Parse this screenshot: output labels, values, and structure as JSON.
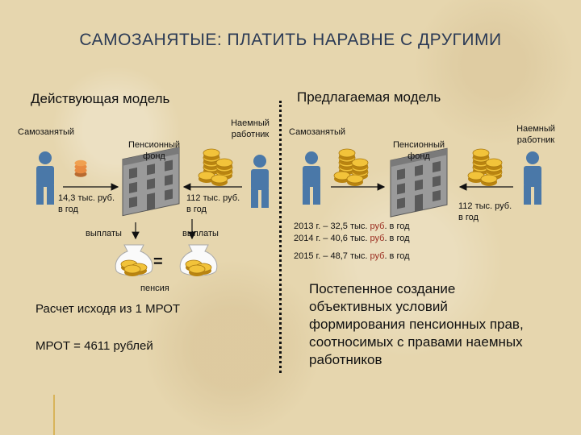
{
  "title": "САМОЗАНЯТЫЕ: ПЛАТИТЬ НАРАВНЕ С ДРУГИМИ",
  "left": {
    "heading": "Действующая модель",
    "self_employed": "Самозанятый",
    "pension_fund": [
      "Пенсионный",
      "фонд"
    ],
    "employee": [
      "Наемный",
      "работник"
    ],
    "self_payment": [
      "14,3 тыс. руб.",
      "в год"
    ],
    "employee_payment": [
      "112 тыс. руб.",
      "в год"
    ],
    "payout_left": "выплаты",
    "payout_right": "выплаты",
    "equals": "=",
    "pension": "пенсия",
    "calc_basis": "Расчет исходя из 1 МРОТ",
    "mrot": "МРОТ = 4611 рублей"
  },
  "right": {
    "heading": "Предлагаемая модель",
    "self_employed": "Самозанятый",
    "pension_fund": [
      "Пенсионный",
      "фонд"
    ],
    "employee": [
      "Наемный",
      "работник"
    ],
    "employee_payment": [
      "112 тыс. руб.",
      "в год"
    ],
    "schedule": [
      {
        "year": "2013 г. – 32,5 тыс.",
        "unit": "руб",
        "suffix": ". в год"
      },
      {
        "year": "2014 г. – 40,6 тыс.",
        "unit": "руб",
        "suffix": ". в год"
      },
      {
        "year": "2015 г. – 48,7 тыс.",
        "unit": "руб",
        "suffix": ". в год"
      }
    ],
    "description": [
      "Постепенное создание",
      "объективных условий",
      "формирования пенсионных прав,",
      "соотносимых с правами наемных",
      "работников"
    ]
  },
  "colors": {
    "person": "#4a78a8",
    "building": "#8a8a8a",
    "coin": "#e8b020",
    "title": "#2b3a55",
    "rub": "#9b2d20"
  }
}
